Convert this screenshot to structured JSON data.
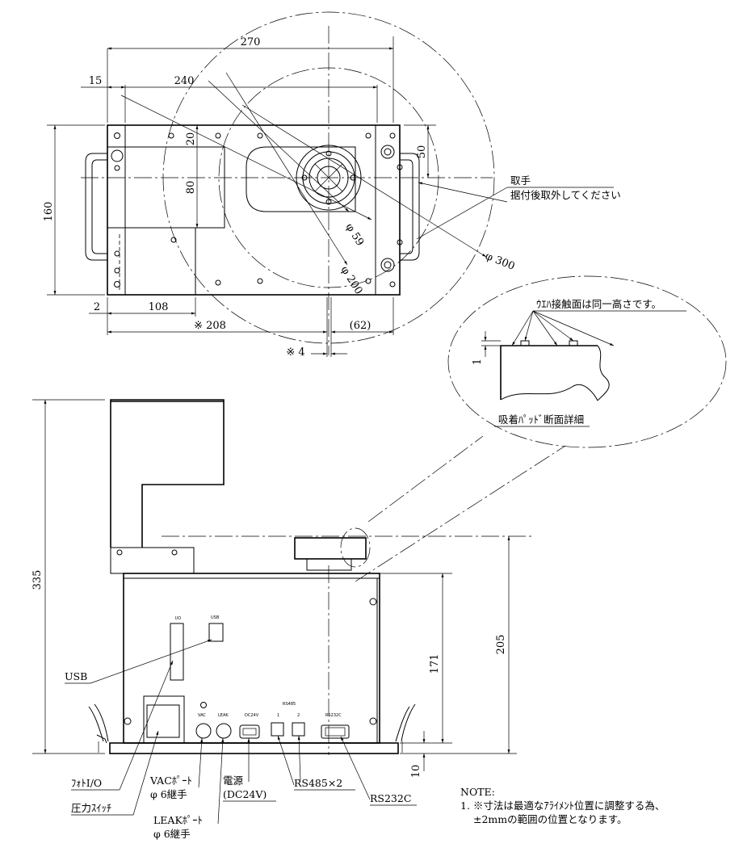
{
  "top_view": {
    "dims": {
      "d270": "270",
      "d15": "15",
      "d240": "240",
      "d20": "20",
      "d50": "50",
      "d160": "160",
      "d80": "80",
      "phi59": "φ 59",
      "phi200": "φ 200",
      "phi300": "φ 300",
      "d2": "2",
      "d108": "108",
      "d208": "※ 208",
      "d62": "(62)",
      "d4": "※ 4"
    },
    "handle_note": {
      "line1": "取手",
      "line2": "据付後取外してください"
    }
  },
  "detail": {
    "contact_note": "ｳｴﾊ接触面は同一高さです。",
    "dim_1": "1",
    "caption": "吸着ﾊﾟｯﾄﾞ断面詳細"
  },
  "side_view": {
    "dims": {
      "d335": "335",
      "d171": "171",
      "d205": "205",
      "d10": "10"
    },
    "panel_labels": {
      "io": "I/O",
      "usb": "USB",
      "vac": "VAC",
      "leak": "LEAK",
      "dc24v": "DC24V",
      "rs485": "RS485",
      "rs485_1": "1",
      "rs485_2": "2",
      "rs232c": "RS232C"
    },
    "callouts": {
      "usb": "USB",
      "photo_io": "ﾌｫﾄI/O",
      "pressure_switch": "圧力ｽｲｯﾁ",
      "vac_port_1": "VACﾎﾟｰﾄ",
      "vac_port_2": "φ 6継手",
      "leak_port_1": "LEAKﾎﾟｰﾄ",
      "leak_port_2": "φ 6継手",
      "power_1": "電源",
      "power_2": "(DC24V)",
      "rs485": "RS485×2",
      "rs232c": "RS232C"
    }
  },
  "notes": {
    "title": "NOTE:",
    "line1": "1. ※寸法は最適なｱﾗｲﾒﾝﾄ位置に調整する為、",
    "line2": "±2mmの範囲の位置となります。"
  }
}
